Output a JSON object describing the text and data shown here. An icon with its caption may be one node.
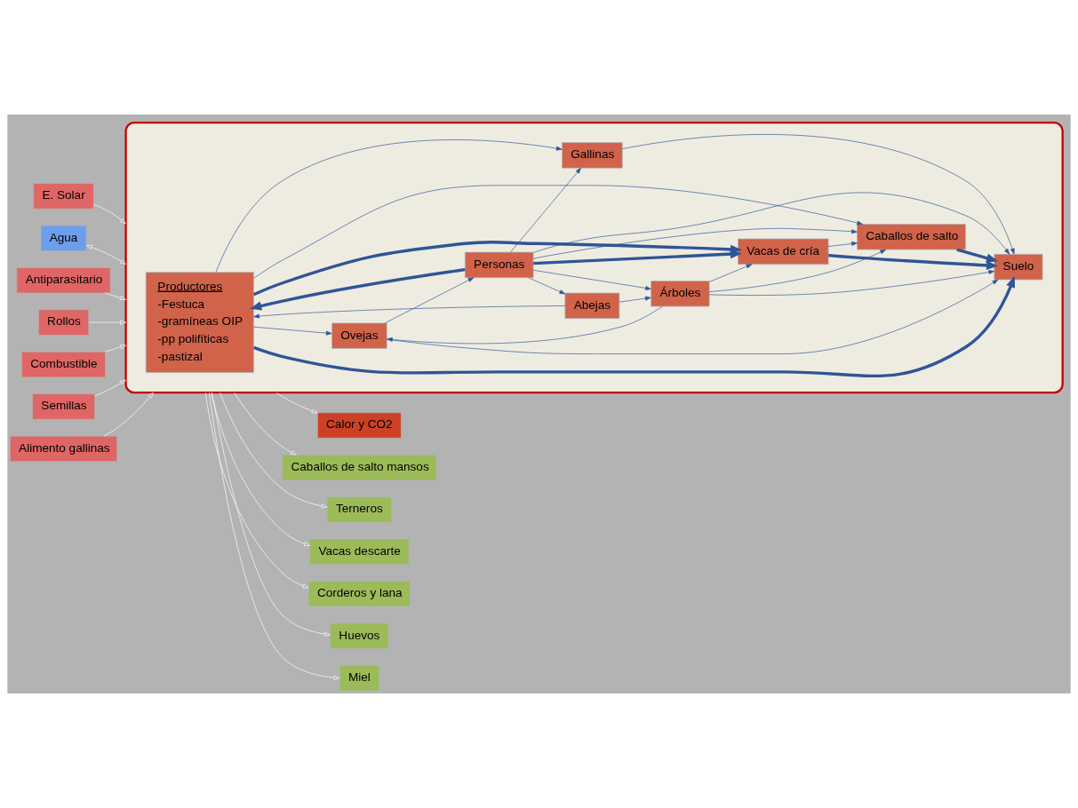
{
  "diagram": {
    "nodes": [
      {
        "text": [],
        "shape": "box"
      },
      {
        "text": [
          "E. Solar"
        ]
      },
      {
        "text": [
          "Agua"
        ]
      },
      {
        "text": [
          "Calor y CO2"
        ]
      },
      {
        "text": [
          "Antiparasitario"
        ]
      },
      {
        "text": [
          "Rollos"
        ]
      },
      {
        "text": [
          "Combustible"
        ]
      },
      {
        "text": [
          "Semillas"
        ]
      },
      {
        "text": [
          "Alimento gallinas"
        ]
      },
      {
        "text": [
          "Caballos de salto mansos"
        ]
      },
      {
        "text": [
          "Terneros"
        ]
      },
      {
        "text": [
          "Vacas descarte"
        ]
      },
      {
        "text": [
          "Corderos y lana"
        ]
      },
      {
        "text": [
          "Huevos"
        ]
      },
      {
        "text": [
          "Miel"
        ]
      },
      {
        "text": [
          "Productores",
          "-Festuca",
          "-gramíneas OIP",
          "-pp polifíticas",
          "-pastizal"
        ],
        "in": 0
      },
      {
        "text": [
          "Caballos de salto"
        ],
        "in": 0
      },
      {
        "text": [
          "Vacas de cría"
        ],
        "in": 0
      },
      {
        "text": [
          "Ovejas"
        ],
        "in": 0
      },
      {
        "text": [
          "Abejas"
        ],
        "in": 0
      },
      {
        "text": [
          "Suelo"
        ],
        "in": 0
      },
      {
        "text": [
          "Personas"
        ],
        "in": 0
      },
      {
        "text": [
          "Gallinas"
        ],
        "in": 0
      },
      {
        "text": [
          "Árboles"
        ],
        "in": 0
      }
    ],
    "edges": [
      {
        "from": 1,
        "to": 0,
        "arrow": "to",
        "color": "#ffffff"
      },
      {
        "from": 2,
        "to": 0,
        "arrow": "both",
        "color": "#ffffff"
      },
      {
        "from": 0,
        "to": 3,
        "arrow": "to",
        "color": "#ffffff"
      },
      {
        "from": 4,
        "to": 0,
        "arrow": "to",
        "color": "#ffffff"
      },
      {
        "from": 5,
        "to": 0,
        "arrow": "to",
        "color": "#ffffff"
      },
      {
        "from": 6,
        "to": 0,
        "arrow": "to",
        "color": "#ffffff"
      },
      {
        "from": 7,
        "to": 0,
        "arrow": "to",
        "color": "#ffffff"
      },
      {
        "from": 8,
        "to": 0,
        "arrow": "to",
        "color": "#ffffff"
      },
      {
        "from": 0,
        "to": 9,
        "arrow": "to",
        "color": "#ffffff"
      },
      {
        "from": 0,
        "to": 10,
        "arrow": "to",
        "color": "#ffffff"
      },
      {
        "from": 0,
        "to": 11,
        "arrow": "to",
        "color": "#ffffff"
      },
      {
        "from": 0,
        "to": 12,
        "arrow": "to",
        "color": "#ffffff"
      },
      {
        "from": 0,
        "to": 13,
        "arrow": "to",
        "color": "#ffffff"
      },
      {
        "from": 0,
        "to": 14,
        "arrow": "to",
        "color": "#ffffff"
      },
      {
        "from": 15,
        "to": 16,
        "arrow": "to"
      },
      {
        "from": 15,
        "to": 17,
        "arrow": "to",
        "style": "thick"
      },
      {
        "from": 15,
        "to": 20,
        "arrow": "to",
        "style": "thick"
      },
      {
        "from": 21,
        "to": 15,
        "arrow": "to",
        "style": "thick"
      },
      {
        "from": 15,
        "to": 18,
        "arrow": "to"
      },
      {
        "from": 19,
        "to": 15,
        "arrow": "to"
      },
      {
        "from": 15,
        "to": 22,
        "arrow": "to"
      },
      {
        "from": 22,
        "to": 20,
        "arrow": "to"
      },
      {
        "from": 16,
        "to": 20,
        "arrow": "to",
        "style": "thick"
      },
      {
        "from": 17,
        "to": 20,
        "arrow": "to",
        "style": "thick"
      },
      {
        "from": 21,
        "to": 16,
        "arrow": "to"
      },
      {
        "from": 21,
        "to": 17,
        "arrow": "to",
        "style": "thick"
      },
      {
        "from": 23,
        "to": 16,
        "arrow": "to"
      },
      {
        "from": 23,
        "to": 17,
        "arrow": "to"
      },
      {
        "from": 23,
        "to": 18,
        "arrow": "to"
      },
      {
        "from": 18,
        "to": 20,
        "arrow": "to"
      },
      {
        "from": 18,
        "to": 21,
        "arrow": "to"
      },
      {
        "from": 17,
        "to": 16,
        "arrow": "to"
      },
      {
        "from": 21,
        "to": 20,
        "arrow": "to"
      },
      {
        "from": 21,
        "to": 19,
        "arrow": "to"
      },
      {
        "from": 21,
        "to": 23,
        "arrow": "to"
      },
      {
        "from": 21,
        "to": 22,
        "arrow": "to"
      },
      {
        "from": 23,
        "to": 20,
        "arrow": "to"
      },
      {
        "from": 19,
        "to": 23,
        "arrow": "to"
      }
    ]
  }
}
